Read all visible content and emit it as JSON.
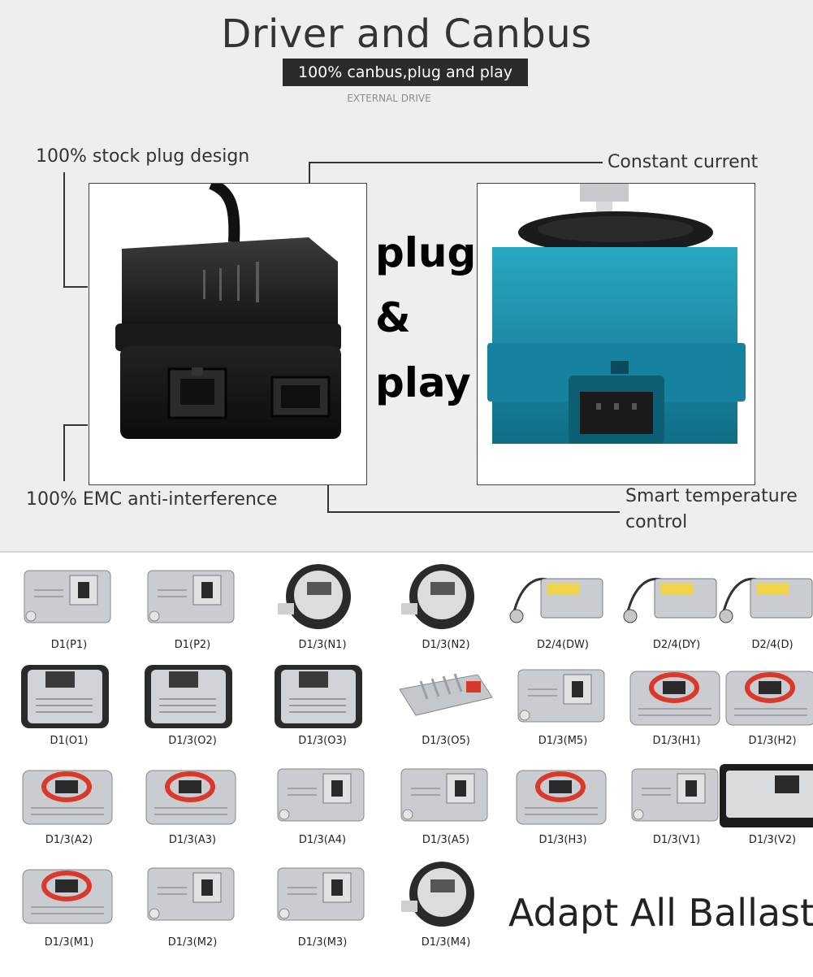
{
  "header": {
    "title": "Driver and Canbus",
    "subtitle": "100% canbus,plug and play",
    "caption": "EXTERNAL DRIVE"
  },
  "callouts": {
    "stock_plug": "100% stock plug design",
    "emc": "100% EMC anti-interference",
    "constant_current": "Constant current",
    "smart_temp_line1": "Smart temperature",
    "smart_temp_line2": "control"
  },
  "plug_play": {
    "line1": "plug",
    "line2": "&",
    "line3": "play"
  },
  "colors": {
    "band_background": "#eeeeed",
    "driver_box": "#1e1e1e",
    "ballast_blue": "#1a8ca6",
    "ballast_metal": "#c9ccd0",
    "ring_red": "#d9382b"
  },
  "ballasts": [
    "D1(P1)",
    "D1(P2)",
    "D1/3(N1)",
    "D1/3(N2)",
    "D2/4(DW)",
    "D2/4(DY)",
    "D2/4(D)",
    "D1(O1)",
    "D1/3(O2)",
    "D1/3(O3)",
    "D1/3(O5)",
    "D1/3(M5)",
    "D1/3(H1)",
    "D1/3(H2)",
    "D1/3(A2)",
    "D1/3(A3)",
    "D1/3(A4)",
    "D1/3(A5)",
    "D1/3(H3)",
    "D1/3(V1)",
    "D1/3(V2)",
    "D1/3(M1)",
    "D1/3(M2)",
    "D1/3(M3)",
    "D1/3(M4)"
  ],
  "footer_text": "Adapt All Ballast"
}
